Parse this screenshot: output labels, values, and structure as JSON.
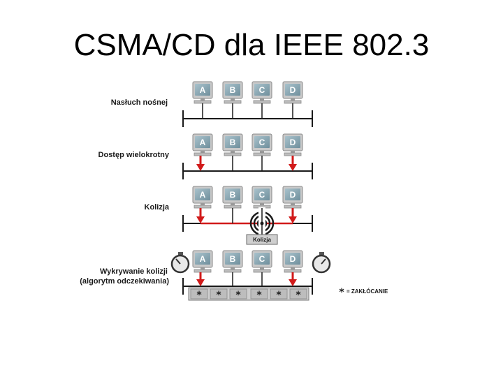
{
  "title": "CSMA/CD dla IEEE 802.3",
  "rows": [
    {
      "label": "Nasłuch nośnej"
    },
    {
      "label": "Dostęp wielokrotny"
    },
    {
      "label": "Kolizja"
    },
    {
      "label_line1": "Wykrywanie kolizji",
      "label_line2": "(algorytm odczekiwania)"
    }
  ],
  "stations": [
    "A",
    "B",
    "C",
    "D"
  ],
  "collision_box_label": "Kolizja",
  "jam_symbol": "*",
  "legend": "= ZAKŁÓCANIE",
  "colors": {
    "arrow": "#d11a1a",
    "monitor_screen": "#7f9eab",
    "bus_line": "#1a1a1a"
  }
}
